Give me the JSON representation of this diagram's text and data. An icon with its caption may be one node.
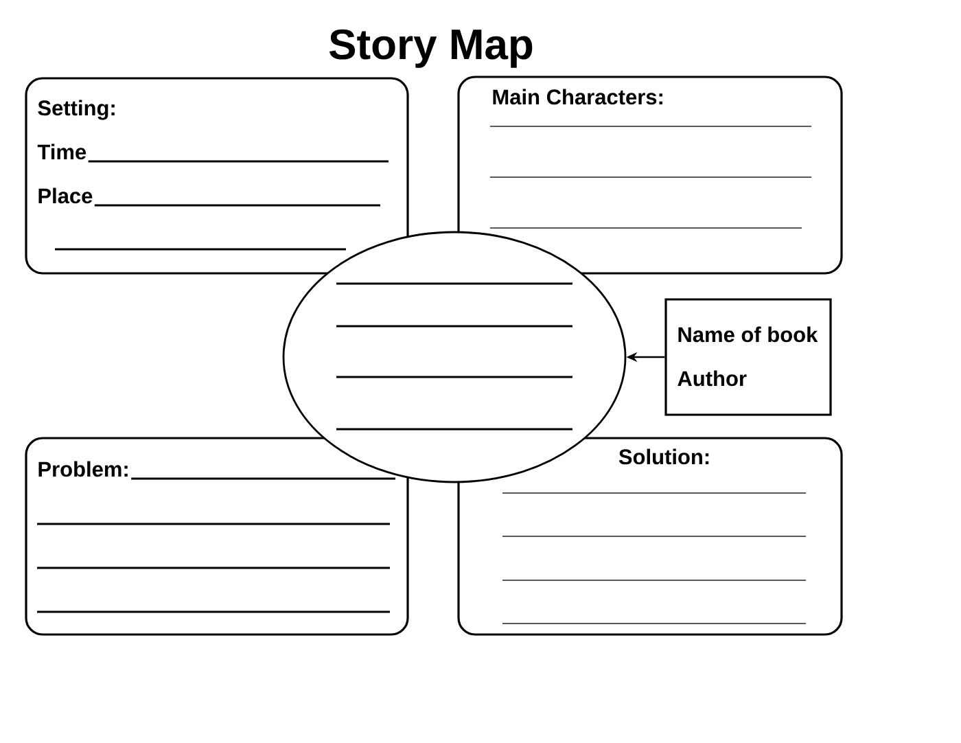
{
  "diagram": {
    "title": "Story Map",
    "nodes": [
      {
        "text": [
          "Setting:",
          "Time",
          "Place"
        ]
      },
      {
        "text": [
          "Main Characters:"
        ]
      },
      {
        "text": [],
        "shape": "ellipse"
      },
      {
        "text": [
          "Name of book",
          "Author"
        ]
      },
      {
        "text": [
          "Problem:"
        ]
      },
      {
        "text": [
          "Solution:"
        ]
      }
    ],
    "edges": [
      {
        "from": 3,
        "to": 2,
        "arrow": "to"
      }
    ]
  }
}
